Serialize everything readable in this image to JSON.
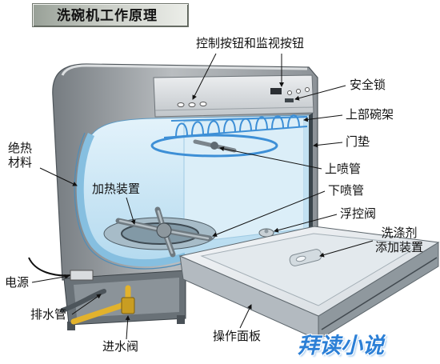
{
  "title": "洗碗机工作原理",
  "labels": {
    "controls": "控制按钮和监视按钮",
    "safety_lock": "安全锁",
    "upper_rack": "上部碗架",
    "door_gasket": "门垫",
    "upper_spray_arm": "上喷管",
    "lower_spray_arm": "下喷管",
    "float_valve": "浮控阀",
    "detergent_dispenser": [
      "洗涤剂",
      "添加装置"
    ],
    "insulation": [
      "绝热",
      "材料"
    ],
    "heater": "加热装置",
    "power": "电源",
    "drain_hose": "排水管",
    "inlet_valve": "进水阀",
    "door_panel": "操作面板"
  },
  "watermark": "拜读小说",
  "colors": {
    "water_blue": "#3d8fd6",
    "tub_light_blue": "#cfe8f6",
    "inlet_pipe_yellow": "#e2b22c",
    "watermark_blue": "#2b7fd6",
    "metal_gray": "#8e9499"
  }
}
